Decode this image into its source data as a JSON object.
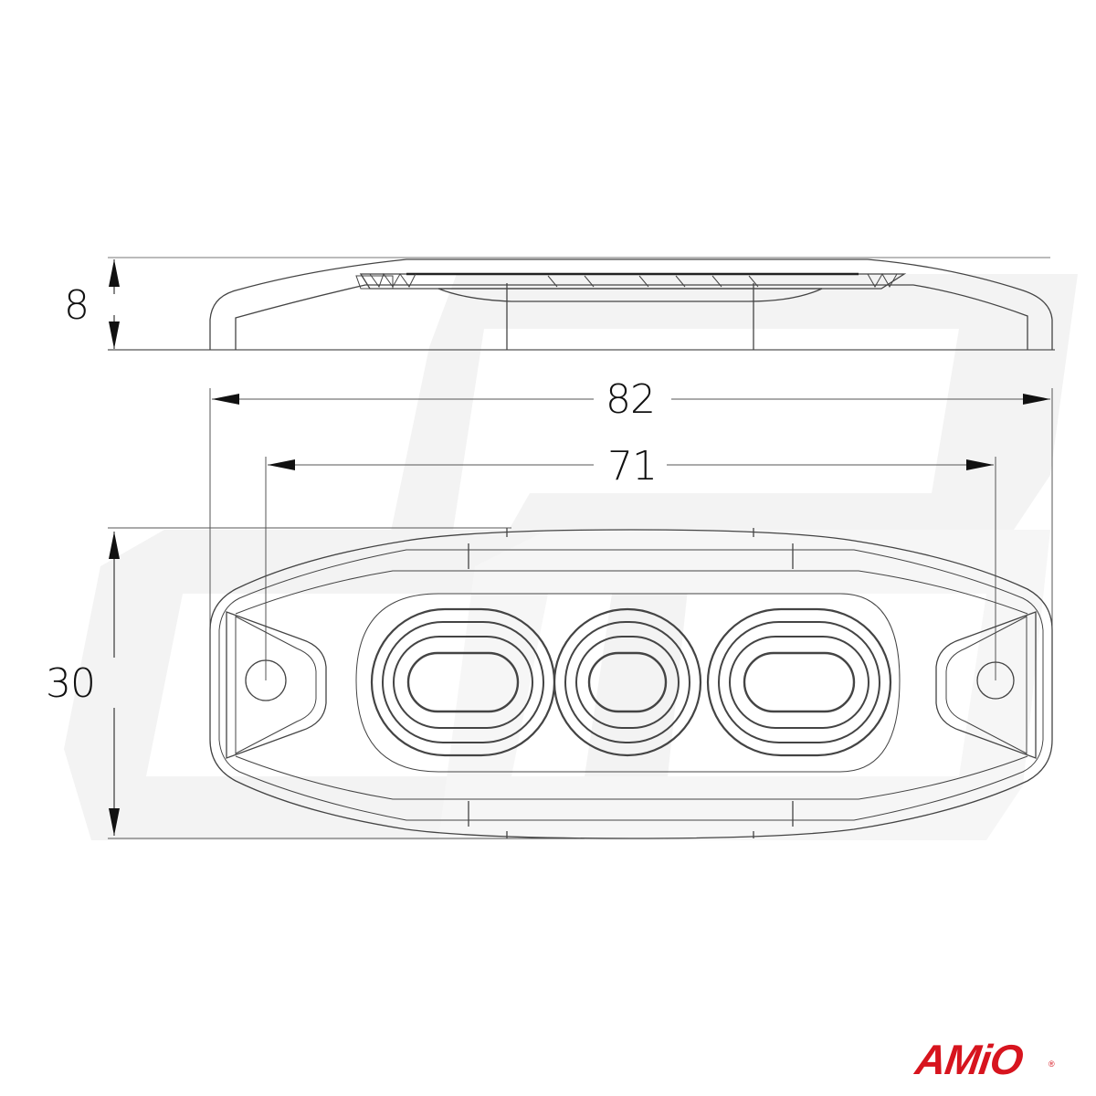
{
  "diagram": {
    "type": "technical-dimension-drawing",
    "subject": "3-LED surface-mount lamp (side and top views)",
    "units": "mm",
    "dimensions": {
      "height": {
        "label": "8",
        "orientation": "vertical",
        "view": "side"
      },
      "overall_length": {
        "label": "82",
        "orientation": "horizontal"
      },
      "mounting_hole_spacing": {
        "label": "71",
        "orientation": "horizontal"
      },
      "width": {
        "label": "30",
        "orientation": "vertical",
        "view": "top"
      }
    },
    "led_count": 3,
    "mounting_holes": 2
  },
  "brand": {
    "logo_text": "AMiO",
    "registered_mark": "®",
    "color": "#d7141e"
  },
  "colors": {
    "line": "#333333",
    "dimension_line": "#555555",
    "watermark": "#f2f2f2"
  }
}
